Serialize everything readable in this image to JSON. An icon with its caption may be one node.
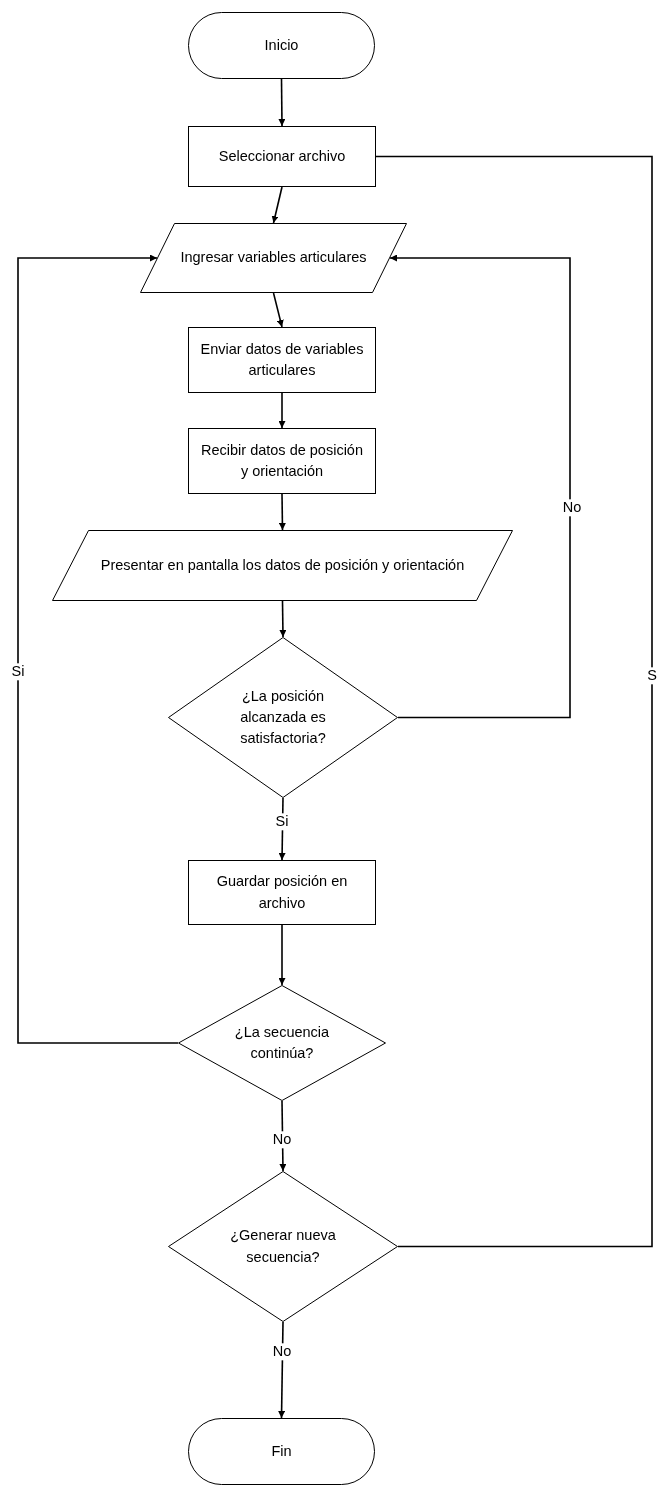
{
  "diagram": {
    "nodes": [
      {
        "text": [
          "Inicio"
        ]
      },
      {
        "text": [
          "Seleccionar archivo"
        ]
      },
      {
        "text": [
          "Ingresar variables articulares"
        ]
      },
      {
        "text": [
          "Enviar datos de variables articulares"
        ]
      },
      {
        "text": [
          "Recibir datos de posición y orientación"
        ]
      },
      {
        "text": [
          "Presentar en pantalla los datos de posición y orientación"
        ]
      },
      {
        "text": [
          "¿La posición alcanzada es satisfactoria?"
        ]
      },
      {
        "text": [
          "Guardar posición en archivo"
        ]
      },
      {
        "text": [
          "¿La secuencia continúa?"
        ]
      },
      {
        "text": [
          "¿Generar nueva secuencia?"
        ]
      },
      {
        "text": [
          "Fin"
        ]
      }
    ],
    "edges": [
      {
        "from": 0,
        "to": 1,
        "arrow": "to"
      },
      {
        "from": 1,
        "to": 2,
        "arrow": "to"
      },
      {
        "from": 2,
        "to": 3,
        "arrow": "to"
      },
      {
        "from": 3,
        "to": 4,
        "arrow": "to"
      },
      {
        "from": 4,
        "to": 5,
        "arrow": "to"
      },
      {
        "from": 5,
        "to": 6,
        "arrow": "to"
      },
      {
        "from": 6,
        "to": 2,
        "arrow": "to",
        "label": "No"
      },
      {
        "from": 6,
        "to": 7,
        "arrow": "to",
        "label": "Si"
      },
      {
        "from": 7,
        "to": 8,
        "arrow": "to"
      },
      {
        "from": 8,
        "to": 2,
        "arrow": "to",
        "label": "Si"
      },
      {
        "from": 8,
        "to": 9,
        "arrow": "to",
        "label": "No"
      },
      {
        "from": 9,
        "to": 1,
        "arrow": "none",
        "label": "S"
      },
      {
        "from": 9,
        "to": 10,
        "arrow": "to",
        "label": "No"
      }
    ]
  }
}
